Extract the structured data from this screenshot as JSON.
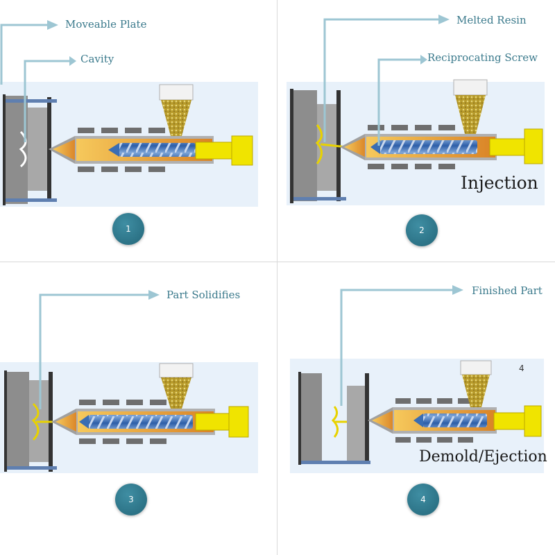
{
  "panels": [
    {
      "step": "1",
      "callouts": [
        "Moveable Plate",
        "Cavity"
      ]
    },
    {
      "step": "2",
      "callouts": [
        "Melted Resin",
        "Reciprocating Screw"
      ],
      "stage_label": "Injection"
    },
    {
      "step": "3",
      "callouts": [
        "Part Solidifies"
      ]
    },
    {
      "step": "4",
      "callouts": [
        "Finished Part"
      ],
      "stage_label": "Demold/Ejection",
      "corner_number": "4"
    }
  ],
  "colors": {
    "callout_line": "#9dc6d3",
    "callout_text": "#3b7a8c",
    "mold": "#9e9e9e",
    "barrel": "#e9a53a",
    "heater_band": "#6e6e6e",
    "screw": "#3a6db3",
    "ram": "#f0e400",
    "resin": "#c9b030",
    "step_circle": "#2e7a8e"
  },
  "icons": [
    "arrow-right-icon"
  ]
}
